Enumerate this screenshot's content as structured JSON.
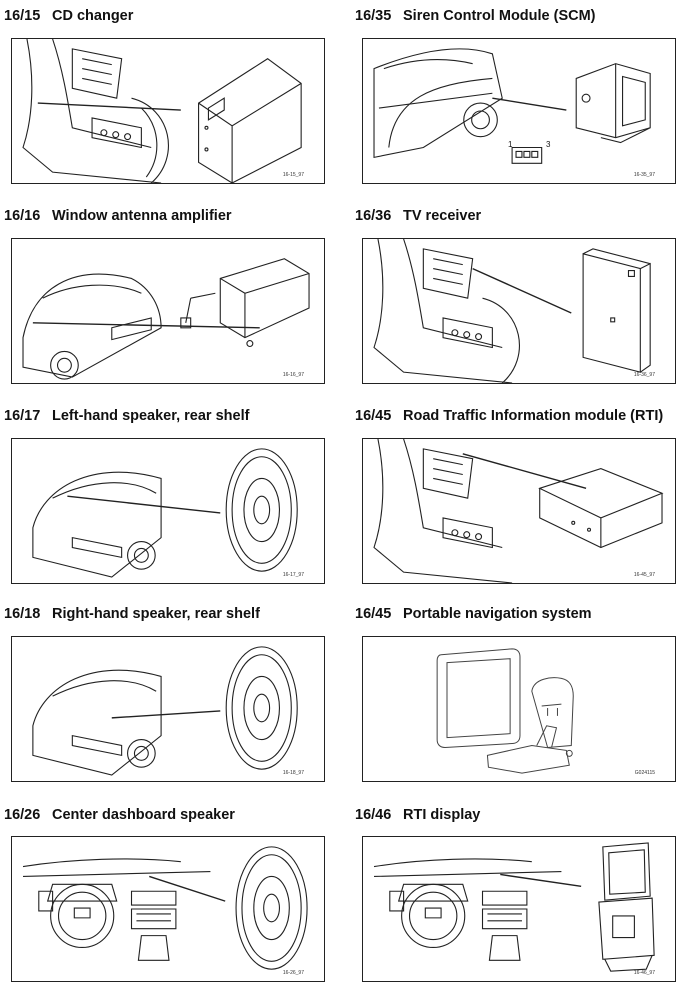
{
  "panels": [
    {
      "code": "16/15",
      "title": "CD changer",
      "ref": "16-15_97"
    },
    {
      "code": "16/35",
      "title": "Siren Control Module (SCM)",
      "ref": "16-35_97"
    },
    {
      "code": "16/16",
      "title": "Window antenna amplifier",
      "ref": "16-16_97"
    },
    {
      "code": "16/36",
      "title": "TV receiver",
      "ref": "16-36_97"
    },
    {
      "code": "16/17",
      "title": "Left-hand speaker, rear shelf",
      "ref": "16-17_97"
    },
    {
      "code": "16/45",
      "title": "Road Traffic Information module (RTI)",
      "ref": "16-45_97"
    },
    {
      "code": "16/18",
      "title": "Right-hand speaker, rear shelf",
      "ref": "16-18_97"
    },
    {
      "code": "16/45",
      "title": "Portable navigation system",
      "ref": "G024115"
    },
    {
      "code": "16/26",
      "title": "Center dashboard speaker",
      "ref": "16-26_97"
    },
    {
      "code": "16/46",
      "title": "RTI display",
      "ref": "16-46_97"
    }
  ],
  "connector_pins": {
    "first": "1",
    "last": "3"
  }
}
